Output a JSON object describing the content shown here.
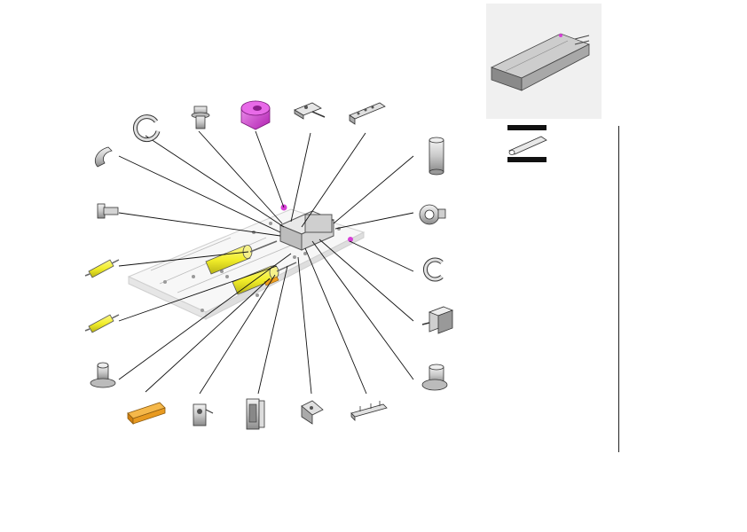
{
  "diagram": {
    "kind": "exploded parts view",
    "colors": {
      "highlight_yellow": "#f2ee2a",
      "highlight_magenta": "#d63fd6",
      "highlight_orange": "#f0a020",
      "metal_gray": "#c9c9c9",
      "outline": "#333333"
    },
    "parts": [
      {
        "id": "e-clip-top",
        "icon": "e-ring-icon"
      },
      {
        "id": "flange-screw",
        "icon": "flange-screw-icon"
      },
      {
        "id": "magenta-bushing",
        "icon": "bushing-icon"
      },
      {
        "id": "small-bracket",
        "icon": "bracket-icon"
      },
      {
        "id": "rail-clip",
        "icon": "rail-clip-icon"
      },
      {
        "id": "curved-clip",
        "icon": "curved-clip-icon"
      },
      {
        "id": "pin",
        "icon": "pin-icon"
      },
      {
        "id": "yellow-shaft-1",
        "icon": "shaft-icon"
      },
      {
        "id": "yellow-shaft-2",
        "icon": "shaft-icon"
      },
      {
        "id": "standoff",
        "icon": "standoff-icon"
      },
      {
        "id": "orange-latch",
        "icon": "latch-icon"
      },
      {
        "id": "spring-clip",
        "icon": "spring-clip-icon"
      },
      {
        "id": "hinge-bracket",
        "icon": "hinge-icon"
      },
      {
        "id": "angle-bracket",
        "icon": "angle-bracket-icon"
      },
      {
        "id": "slotted-rail",
        "icon": "slotted-rail-icon"
      },
      {
        "id": "cylinder-spacer",
        "icon": "cylinder-icon"
      },
      {
        "id": "knob",
        "icon": "knob-icon"
      },
      {
        "id": "e-clip-right",
        "icon": "e-ring-icon"
      },
      {
        "id": "block-connector",
        "icon": "block-connector-icon"
      },
      {
        "id": "large-standoff",
        "icon": "standoff-icon"
      }
    ],
    "thumbnail": {
      "icon": "tray-assembly-icon"
    },
    "legend": {
      "icon": "pin-symbol-icon"
    }
  }
}
